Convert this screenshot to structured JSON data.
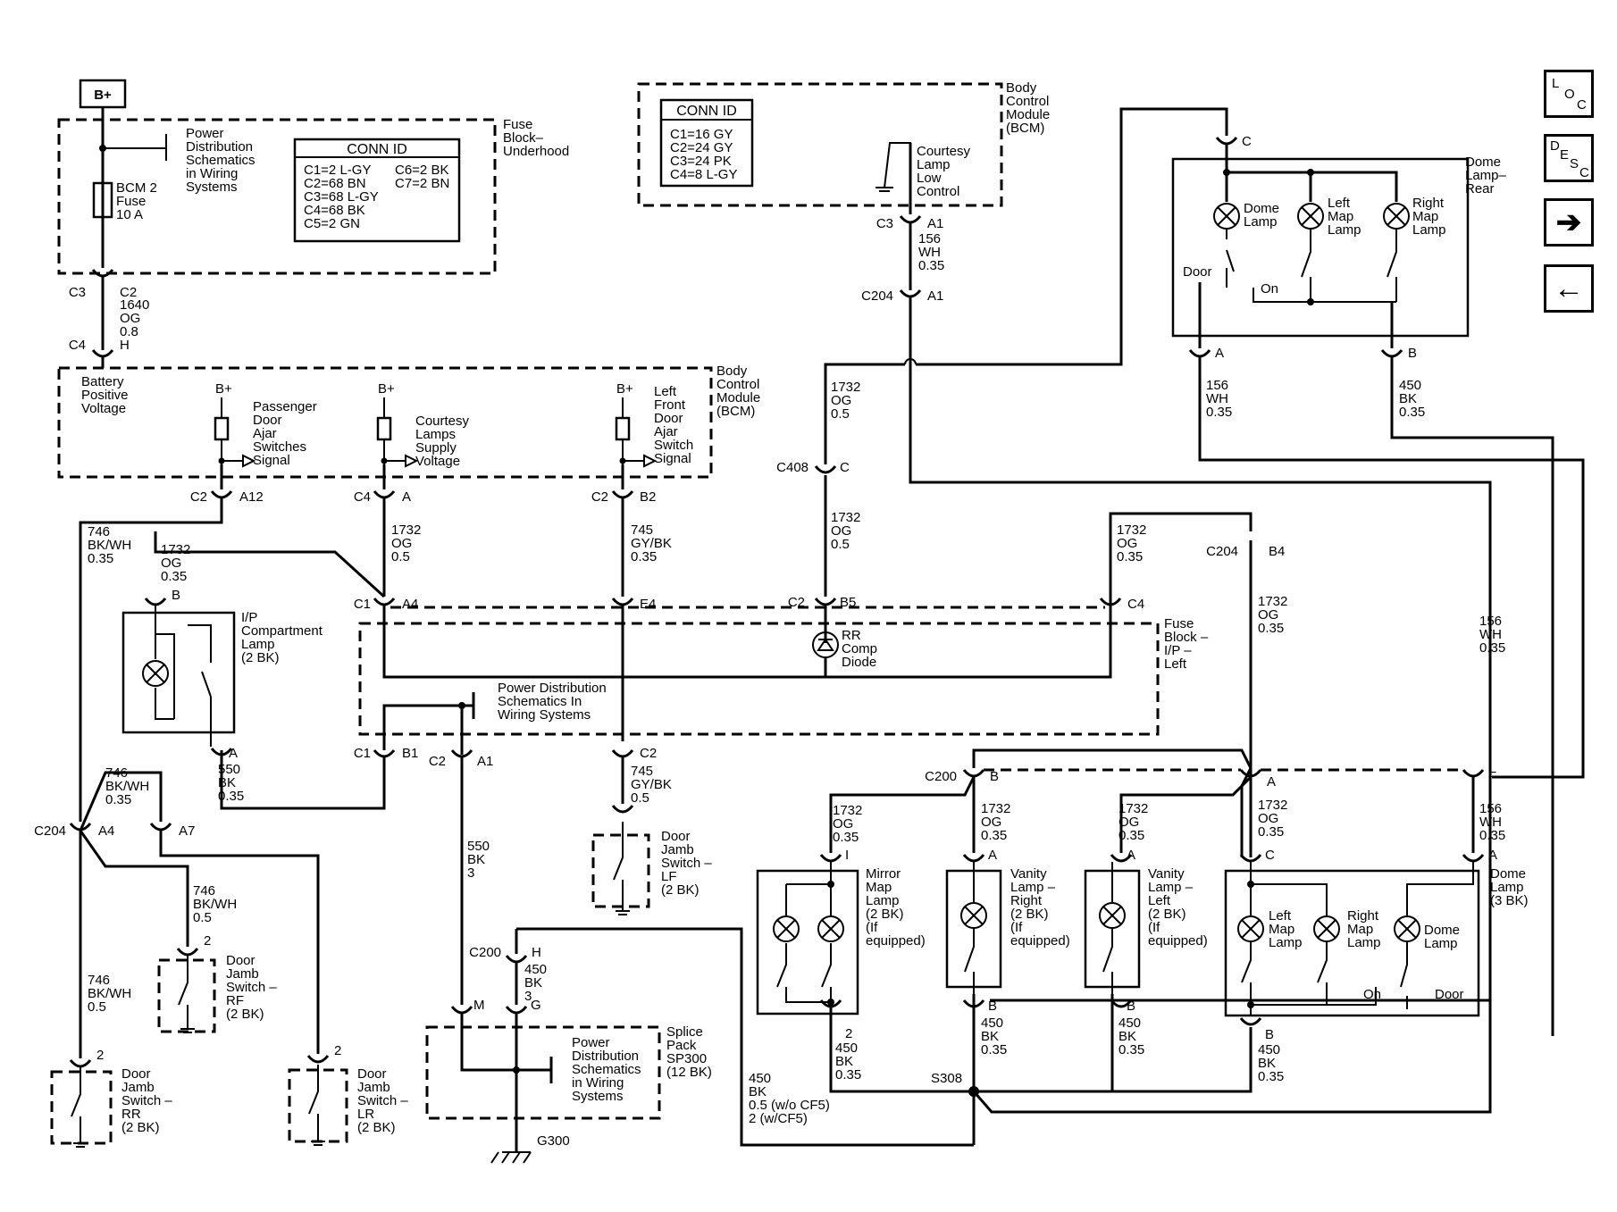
{
  "nav": {
    "loc": [
      "L",
      "O",
      "C"
    ],
    "desc": [
      "D",
      "E",
      "S",
      "C"
    ],
    "next_icon": "➔",
    "prev_icon": "←"
  },
  "bplus_box": "B+",
  "fuse_block_underhood": {
    "title": [
      "Fuse",
      "Block–",
      "Underhood"
    ],
    "power_dist": [
      "Power",
      "Distribution",
      "Schematics",
      "in Wiring",
      "Systems"
    ],
    "fuse": [
      "BCM 2",
      "Fuse",
      "10 A"
    ],
    "conn_title": "CONN ID",
    "conn_left": [
      "C1=2 L-GY",
      "C2=68 BN",
      "C3=68 L-GY",
      "C4=68 BK",
      "C5=2 GN"
    ],
    "conn_right": [
      "C6=2 BK",
      "C7=2 BN"
    ]
  },
  "bcm_top": {
    "title": [
      "Body",
      "Control",
      "Module",
      "(BCM)"
    ],
    "conn_title": "CONN ID",
    "conn_lines": [
      "C1=16 GY",
      "C2=24 GY",
      "C3=24 PK",
      "C4=8 L-GY"
    ],
    "courtesy": [
      "Courtesy",
      "Lamp",
      "Low",
      "Control"
    ]
  },
  "bcm_mid": {
    "title": [
      "Body",
      "Control",
      "Module",
      "(BCM)"
    ],
    "battery": [
      "Battery",
      "Positive",
      "Voltage"
    ],
    "bplus": "B+",
    "pass_door": [
      "Passenger",
      "Door",
      "Ajar",
      "Switches",
      "Signal"
    ],
    "courtesy_supply": [
      "Courtesy",
      "Lamps",
      "Supply",
      "Voltage"
    ],
    "lf_door": [
      "Left",
      "Front",
      "Door",
      "Ajar",
      "Switch",
      "Signal"
    ]
  },
  "dome_rear": {
    "title": [
      "Dome",
      "Lamp–",
      "Rear"
    ],
    "dome": [
      "Dome",
      "Lamp"
    ],
    "left_map": [
      "Left",
      "Map",
      "Lamp"
    ],
    "right_map": [
      "Right",
      "Map",
      "Lamp"
    ],
    "door": "Door",
    "on": "On"
  },
  "fuse_ip": {
    "title": [
      "Fuse",
      "Block –",
      "I/P –",
      "Left"
    ],
    "diode": [
      "RR",
      "Comp",
      "Diode"
    ],
    "power_dist": [
      "Power Distribution",
      "Schematics In",
      "Wiring Systems"
    ]
  },
  "ip_lamp": [
    "I/P",
    "Compartment",
    "Lamp",
    "(2 BK)"
  ],
  "splice": {
    "title": [
      "Splice",
      "Pack",
      "SP300",
      "(12 BK)"
    ],
    "power_dist": [
      "Power",
      "Distribution",
      "Schematics",
      "in Wiring",
      "Systems"
    ],
    "ground": "G300"
  },
  "door_jamb_lf": [
    "Door",
    "Jamb",
    "Switch –",
    "LF",
    "(2 BK)"
  ],
  "door_jamb_rf": [
    "Door",
    "Jamb",
    "Switch –",
    "RF",
    "(2 BK)"
  ],
  "door_jamb_rr": [
    "Door",
    "Jamb",
    "Switch –",
    "RR",
    "(2 BK)"
  ],
  "door_jamb_lr": [
    "Door",
    "Jamb",
    "Switch –",
    "LR",
    "(2 BK)"
  ],
  "mirror_map": [
    "Mirror",
    "Map",
    "Lamp",
    "(2 BK)",
    "(If",
    "equipped)"
  ],
  "vanity_right": [
    "Vanity",
    "Lamp –",
    "Right",
    "(2 BK)",
    "(If",
    "equipped)"
  ],
  "vanity_left": [
    "Vanity",
    "Lamp –",
    "Left",
    "(2 BK)",
    "(If",
    "equipped)"
  ],
  "dome_front": {
    "title": [
      "Dome",
      "Lamp",
      "(3 BK)"
    ],
    "left_map": [
      "Left",
      "Map",
      "Lamp"
    ],
    "right_map": [
      "Right",
      "Map",
      "Lamp"
    ],
    "dome": [
      "Dome",
      "Lamp"
    ],
    "on": "On",
    "door": "Door"
  },
  "splice_s308": "S308",
  "connectors": {
    "c3_c2": [
      "C3",
      "C2"
    ],
    "c4_h": [
      "C4",
      "H"
    ],
    "c3_a1": [
      "C3",
      "A1"
    ],
    "c204_a1": [
      "C204",
      "A1"
    ],
    "c_top": "C",
    "a_rear": "A",
    "b_rear": "B",
    "c2_a12": [
      "C2",
      "A12"
    ],
    "c4_a": [
      "C4",
      "A"
    ],
    "c2_b2": [
      "C2",
      "B2"
    ],
    "c408": [
      "C408",
      "C"
    ],
    "c1_a4": [
      "C1",
      "A4"
    ],
    "e4": "E4",
    "c2_b5": [
      "C2",
      "B5"
    ],
    "c4": "C4",
    "c204_b4": [
      "C204",
      "B4"
    ],
    "ip_b": "B",
    "ip_a": "A",
    "c1_b1": [
      "C1",
      "B1"
    ],
    "c2_a1": [
      "C2",
      "A1"
    ],
    "c2_lf": "C2",
    "c200_b": [
      "C200",
      "B"
    ],
    "c200_a": "A",
    "c200_f": "F",
    "c204_a4": [
      "C204",
      "A4"
    ],
    "a7": "A7",
    "rf_2": "2",
    "rr_2": "2",
    "lr_2": "2",
    "c200_h": [
      "C200",
      "H"
    ],
    "m": "M",
    "g": "G",
    "mm_i": "I",
    "mm_2": "2",
    "vr_a": "A",
    "vr_b": "B",
    "vl_a": "A",
    "vl_b": "B",
    "df_c": "C",
    "df_a": "A",
    "df_b": "B"
  },
  "wires": {
    "w1640": [
      "1640",
      "OG",
      "0.8"
    ],
    "w156_top": [
      "156",
      "WH",
      "0.35"
    ],
    "w1732_c408a": [
      "1732",
      "OG",
      "0.5"
    ],
    "w1732_c408b": [
      "1732",
      "OG",
      "0.5"
    ],
    "w156_rear": [
      "156",
      "WH",
      "0.35"
    ],
    "w450_rear": [
      "450",
      "BK",
      "0.35"
    ],
    "w746_a12": [
      "746",
      "BK/WH",
      "0.35"
    ],
    "w1732_ip": [
      "1732",
      "OG",
      "0.35"
    ],
    "w1732_c4": [
      "1732",
      "OG",
      "0.5"
    ],
    "w745_b2": [
      "745",
      "GY/BK",
      "0.35"
    ],
    "w1732_c4r": [
      "1732",
      "OG",
      "0.35"
    ],
    "w1732_b4": [
      "1732",
      "OG",
      "0.35"
    ],
    "w156_right": [
      "156",
      "WH",
      "0.35"
    ],
    "w550_ip": [
      "550",
      "BK",
      "0.35"
    ],
    "w745_lf": [
      "745",
      "GY/BK",
      "0.5"
    ],
    "w746_c204": [
      "746",
      "BK/WH",
      "0.35"
    ],
    "w746_rf": [
      "746",
      "BK/WH",
      "0.5"
    ],
    "w746_rr": [
      "746",
      "BK/WH",
      "0.5"
    ],
    "w550_a1": [
      "550",
      "BK",
      "3"
    ],
    "w450_h": [
      "450",
      "BK",
      "3"
    ],
    "w1732_mm": [
      "1732",
      "OG",
      "0.35"
    ],
    "w1732_vr": [
      "1732",
      "OG",
      "0.35"
    ],
    "w1732_vl": [
      "1732",
      "OG",
      "0.35"
    ],
    "w1732_df": [
      "1732",
      "OG",
      "0.35"
    ],
    "w156_df": [
      "156",
      "WH",
      "0.35"
    ],
    "w450_mm": [
      "450",
      "BK",
      "0.35"
    ],
    "w450_vr": [
      "450",
      "BK",
      "0.35"
    ],
    "w450_vl": [
      "450",
      "BK",
      "0.35"
    ],
    "w450_df": [
      "450",
      "BK",
      "0.35"
    ],
    "w450_ground": [
      "450",
      "BK",
      "0.5 (w/o CF5)",
      "2 (w/CF5)"
    ]
  }
}
